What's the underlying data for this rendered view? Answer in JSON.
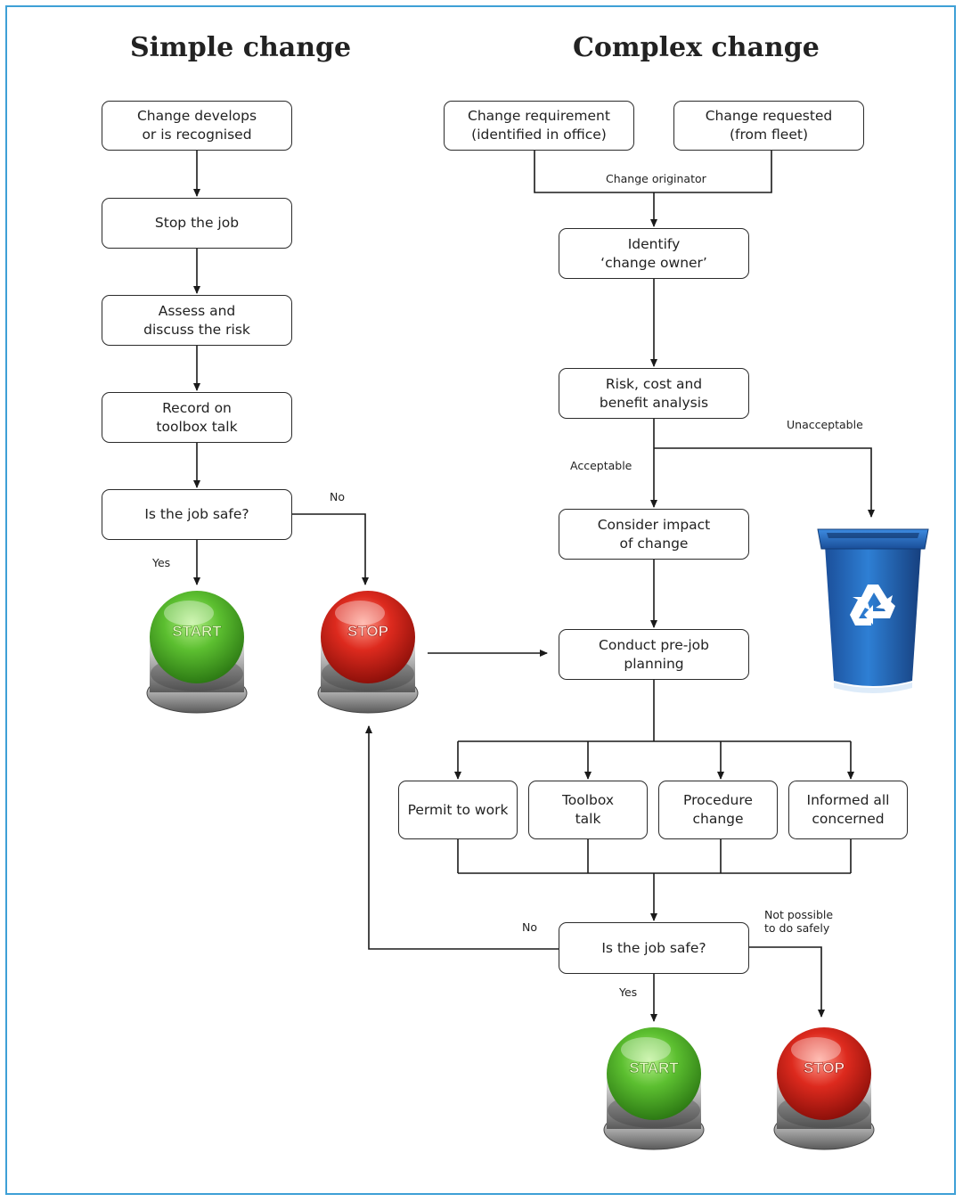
{
  "headings": {
    "simple": "Simple change",
    "complex": "Complex change"
  },
  "simple": {
    "develops": "Change develops\nor is recognised",
    "stop_job": "Stop the job",
    "assess": "Assess and\ndiscuss the risk",
    "record": "Record on\ntoolbox talk",
    "safe": "Is the job safe?",
    "label_no": "No",
    "label_yes": "Yes"
  },
  "complex": {
    "req_office": "Change requirement\n(identified in office)",
    "req_fleet": "Change requested\n(from fleet)",
    "originator": "Change originator",
    "identify": "Identify\n‘change owner’",
    "risk": "Risk, cost and\nbenefit analysis",
    "label_unacceptable": "Unacceptable",
    "label_acceptable": "Acceptable",
    "impact": "Consider impact\nof change",
    "planning": "Conduct pre-job\nplanning",
    "permit": "Permit to work",
    "toolbox": "Toolbox\ntalk",
    "procedure": "Procedure\nchange",
    "informed": "Informed all\nconcerned",
    "safe": "Is the job safe?",
    "label_no": "No",
    "label_yes": "Yes",
    "label_not_possible": "Not possible\nto do safely"
  },
  "buttons": {
    "start": "START",
    "stop": "STOP"
  },
  "colors": {
    "frame": "#3ea0d6",
    "start_green": "#4caf2e",
    "stop_red": "#d6271e",
    "bin_blue": "#1f63b5"
  },
  "icons": {
    "bin": "recycle-bin-icon"
  }
}
